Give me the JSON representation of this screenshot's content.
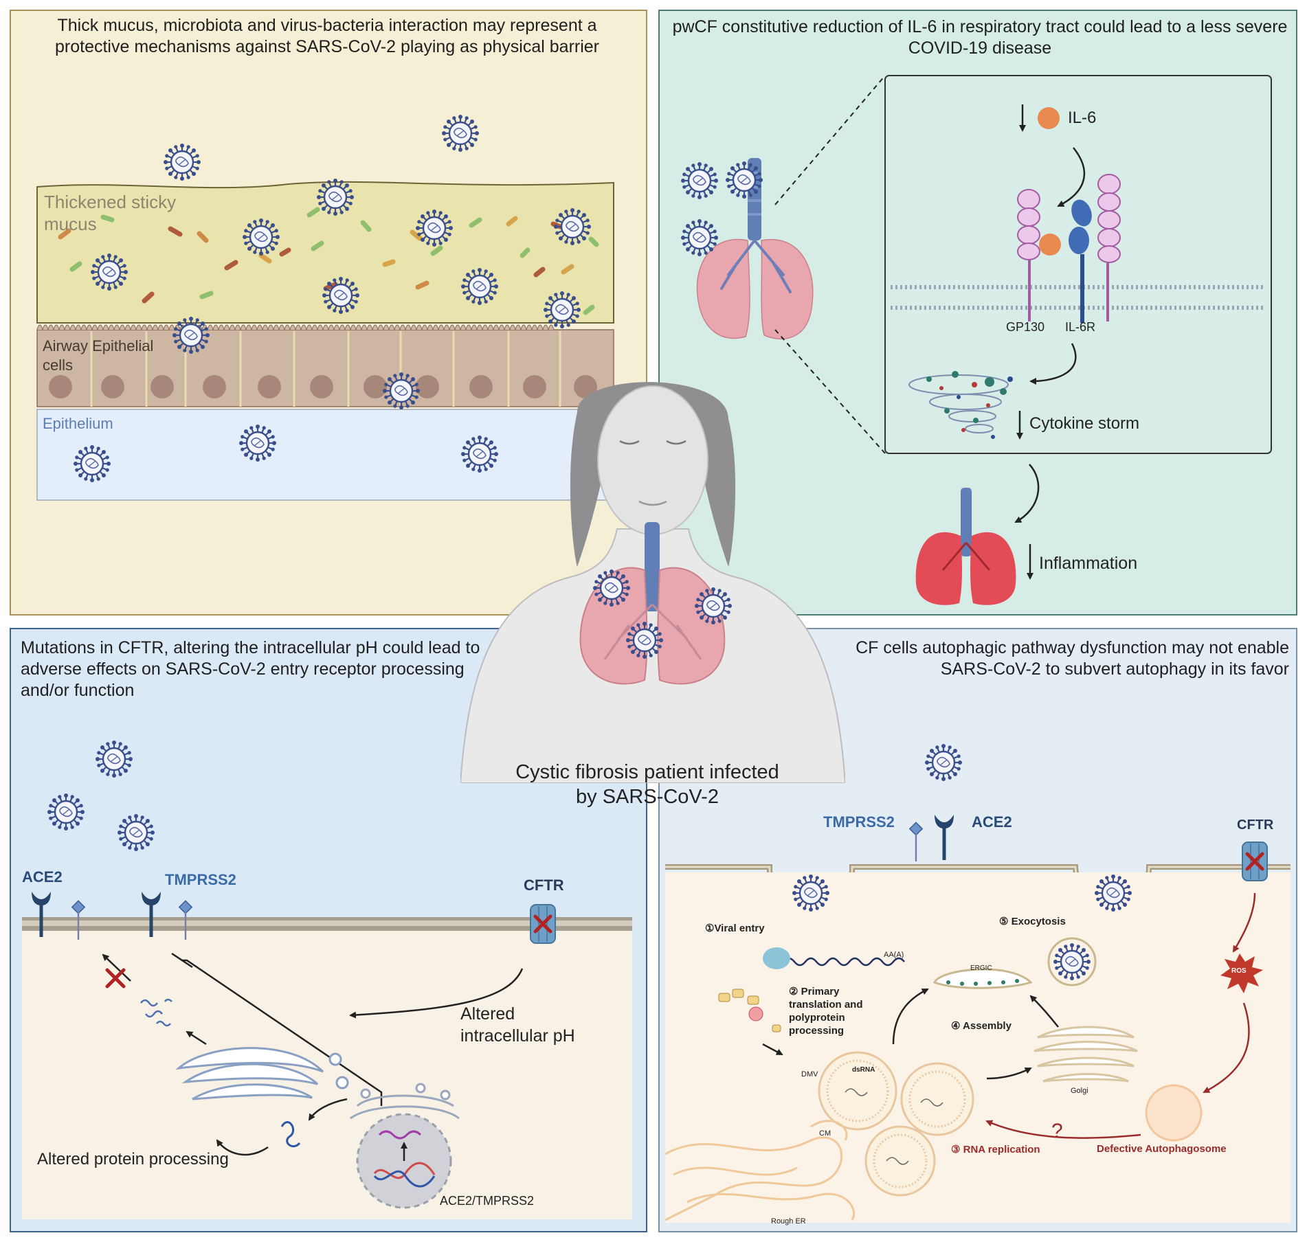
{
  "panels": {
    "top_left": {
      "title": "Thick mucus, microbiota and virus-bacteria interaction may represent a protective mechanisms against SARS-CoV-2 playing as physical barrier",
      "mucus_label": "Thickened sticky mucus",
      "airway_label": "Airway Epithelial cells",
      "epithelium_label": "Epithelium"
    },
    "top_right": {
      "title": "pwCF constitutive reduction of IL-6 in respiratory tract could lead to a less severe COVID-19 disease",
      "il6_label": "IL-6",
      "gp130_label": "GP130",
      "il6r_label": "IL-6R",
      "cytokine_label": "Cytokine storm",
      "inflammation_label": "Inflammation"
    },
    "bottom_left": {
      "title": "Mutations in CFTR, altering the intracellular pH could lead to adverse effects on SARS-CoV-2 entry receptor processing and/or function",
      "ace2_label": "ACE2",
      "tmprss2_label": "TMPRSS2",
      "cftr_label": "CFTR",
      "ph_label": "Altered intracellular pH",
      "protein_label": "Altered protein processing",
      "gene_label": "ACE2/TMPRSS2"
    },
    "bottom_right": {
      "title": "CF cells autophagic pathway dysfunction may not enable SARS-CoV-2 to subvert autophagy in its favor",
      "tmprss2_label": "TMPRSS2",
      "ace2_label": "ACE2",
      "cftr_label": "CFTR",
      "step1": "①Viral entry",
      "step2": "② Primary translation and polyprotein processing",
      "step3": "③ RNA replication",
      "step4": "④ Assembly",
      "step5": "⑤ Exocytosis",
      "aa_label": "AA(A)",
      "ergic_label": "ERGIC",
      "dmv_label": "DMV",
      "dsrna_label": "dsRNA",
      "golgi_label": "Golgi",
      "cm_label": "CM",
      "rough_er_label": "Rough ER",
      "ros_label": "ROS",
      "autophagosome_label": "Defective Autophagosome",
      "question_mark": "?"
    }
  },
  "center": {
    "patient_label": "Cystic fibrosis patient infected by SARS-CoV-2"
  },
  "colors": {
    "virus": "#3a4e8c",
    "mucus": "#ece7b8",
    "tissue": "#cdb7a5",
    "receptor": "#2f4e6f",
    "lung": "#e8a7ae",
    "airway": "#5f7fb6",
    "cross": "#b22222",
    "ros": "#c0392b"
  }
}
